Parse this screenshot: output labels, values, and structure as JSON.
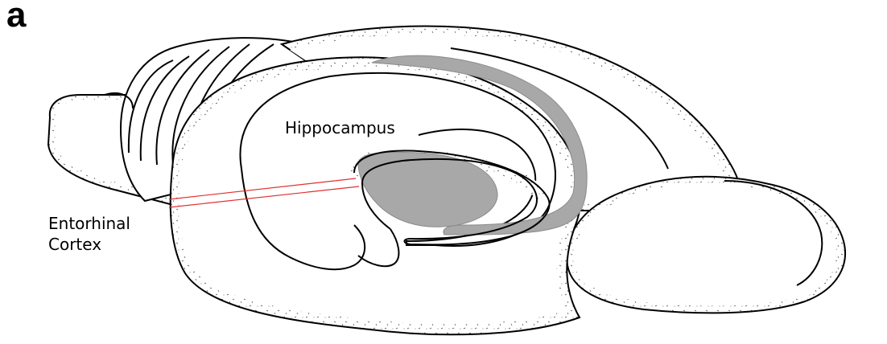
{
  "figure": {
    "panel_letter": "a",
    "labels": {
      "hippocampus": "Hippocampus",
      "entorhinal_line1": "Entorhinal",
      "entorhinal_line2": "Cortex"
    },
    "colors": {
      "outline": "#000000",
      "fill": "#ffffff",
      "hippocampus_region": "#a8a8a8",
      "slice_lines": "#e03030",
      "stipple": "#555555"
    }
  }
}
